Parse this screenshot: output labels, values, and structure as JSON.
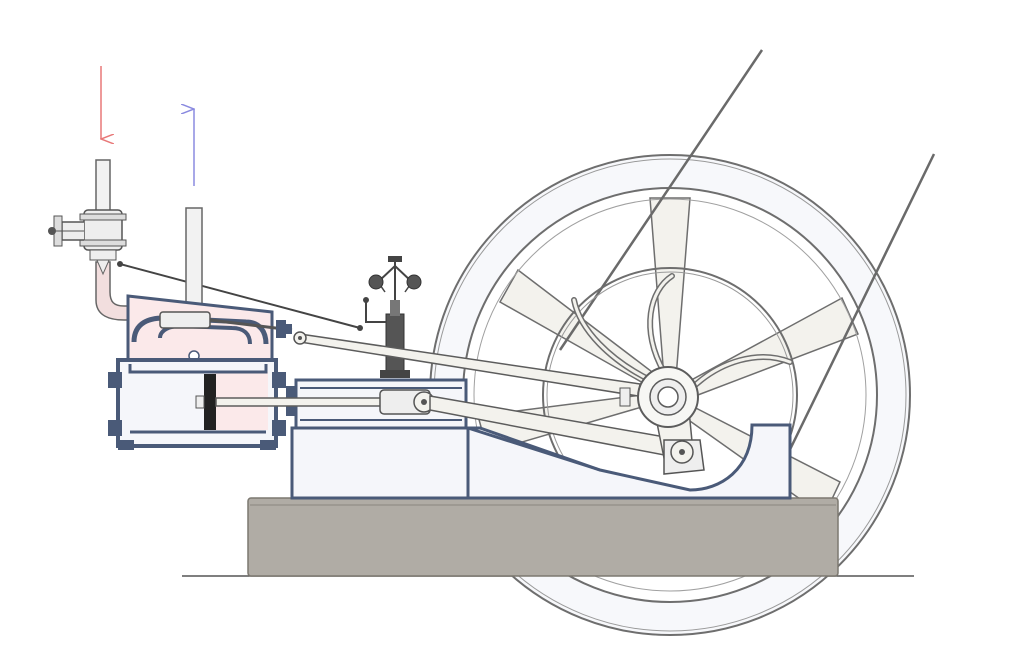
{
  "diagram": {
    "caption": "",
    "colors": {
      "background": "#ffffff",
      "frame_stroke": "#4a5a78",
      "frame_fill": "#f5f6fa",
      "steam_fill": "#fbe9ea",
      "base_fill": "#b0aca5",
      "base_stroke": "#7c7870",
      "rod_fill": "#f3f2ed",
      "rod_stroke": "#5c5c5c",
      "flywheel_stroke": "#6e6e6e",
      "belt": "#6a6a6a",
      "inlet_arrow": "#e87878",
      "exhaust_arrow": "#8a8ae0",
      "dark_metal": "#444444",
      "pipe_fill": "#f2dede"
    },
    "flows": [
      {
        "name": "steam-inlet",
        "direction": "down"
      },
      {
        "name": "steam-exhaust",
        "direction": "up"
      }
    ],
    "components": [
      "flywheel",
      "belt",
      "crank",
      "connecting-rod",
      "crosshead",
      "piston",
      "cylinder",
      "steam-chest",
      "slide-valve",
      "eccentric-rod",
      "centrifugal-governor",
      "throttle-valve",
      "inlet-pipe",
      "exhaust-pipe",
      "engine-bed",
      "foundation",
      "ground-line"
    ]
  }
}
